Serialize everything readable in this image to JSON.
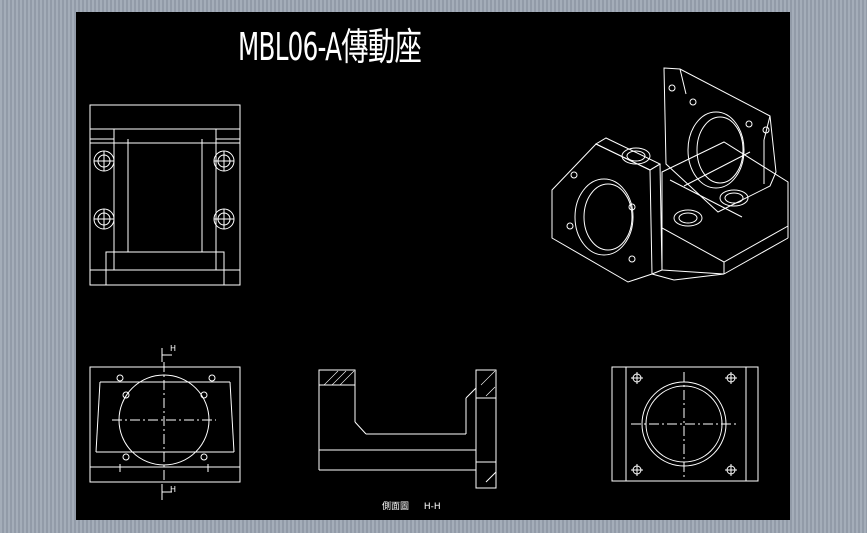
{
  "title": "MBL06-A傳動座",
  "caption": {
    "view_label": "側面圖",
    "section_label": "H-H"
  },
  "section_marks": {
    "top": "H",
    "bottom": "H"
  },
  "colors": {
    "background": "#000000",
    "lines": "#ffffff",
    "frame": "#9aa3b0"
  }
}
